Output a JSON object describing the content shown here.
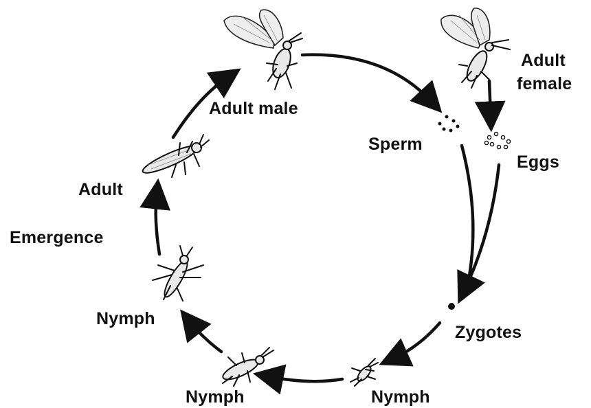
{
  "labels": {
    "adult_male": "Adult male",
    "adult_female_line1": "Adult",
    "adult_female_line2": "female",
    "sperm": "Sperm",
    "eggs": "Eggs",
    "zygotes": "Zygotes",
    "nymph_right": "Nymph",
    "nymph_bottom": "Nymph",
    "nymph_left": "Nymph",
    "emergence": "Emergence",
    "adult": "Adult"
  }
}
